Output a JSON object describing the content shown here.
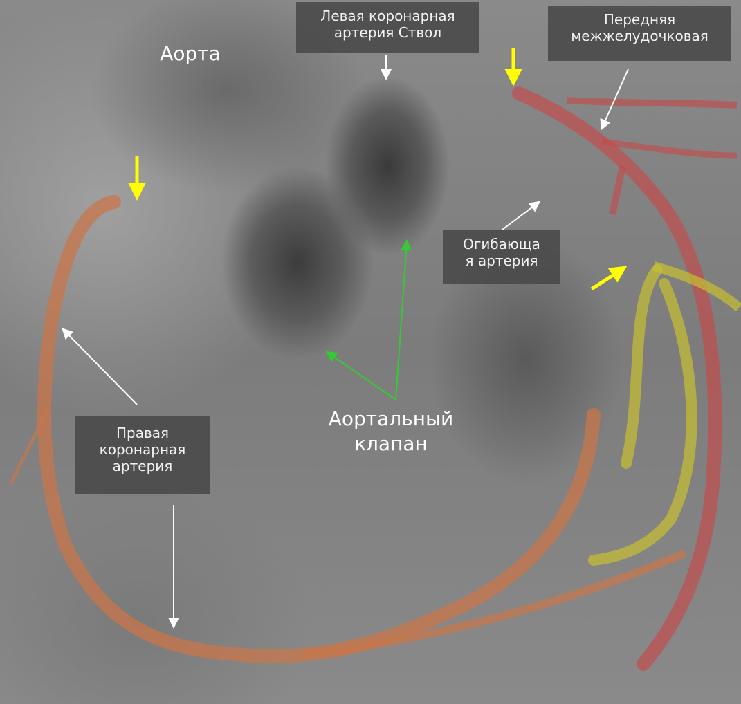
{
  "labels": {
    "aorta": "Аорта",
    "left_main": [
      "Левая коронарная",
      "артерия Ствол"
    ],
    "lad": [
      "Передняя",
      "межжелудочковая"
    ],
    "circumflex": [
      "Огибающа",
      "я артерия"
    ],
    "rca": [
      "Правая",
      "коронарная",
      "артерия"
    ],
    "aortic_valve": [
      "Аортальный",
      "клапан"
    ]
  },
  "colors": {
    "rca": "#c8764a",
    "lad": "#c84848",
    "circumflex": "#c8c030",
    "marker_arrow": "#ffff00",
    "valve_arrow": "#33cc33",
    "pointer_arrow": "#ffffff"
  }
}
